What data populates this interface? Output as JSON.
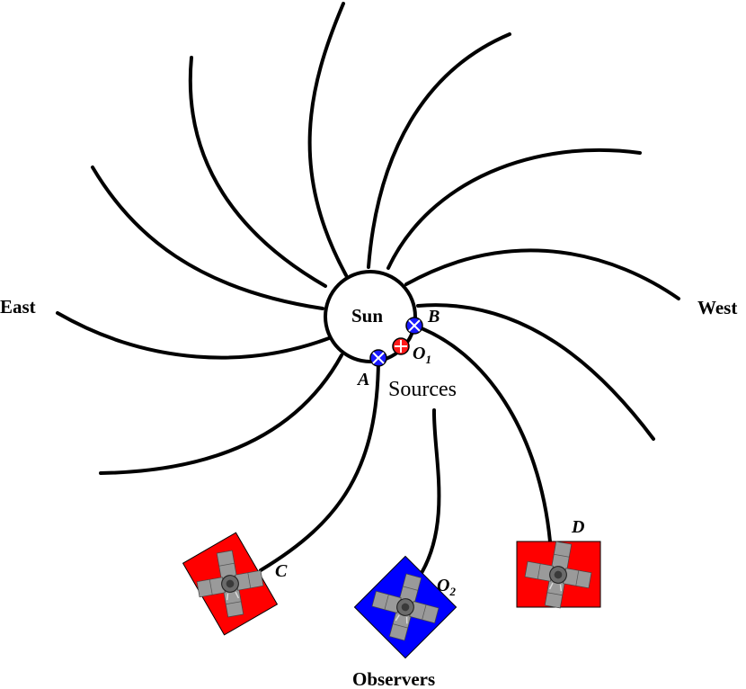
{
  "labels": {
    "east": "East",
    "west": "West",
    "sun": "Sun",
    "sources": "Sources",
    "observers": "Observers",
    "point_a": "A",
    "point_b": "B",
    "source_o": "O",
    "source_o_sub": "1",
    "obs_c": "C",
    "obs_d": "D",
    "obs_o": "O",
    "obs_o_sub": "2"
  },
  "colors": {
    "field_line": "#000000",
    "sun_fill": "#ffffff",
    "footpoint_blue": "#1a1aff",
    "footpoint_red": "#ff1a1a",
    "observer_red": "#ff0000",
    "observer_blue": "#0000ff"
  },
  "icons": {
    "footpoint": "circled-cross-icon",
    "observer": "spacecraft-icon"
  }
}
